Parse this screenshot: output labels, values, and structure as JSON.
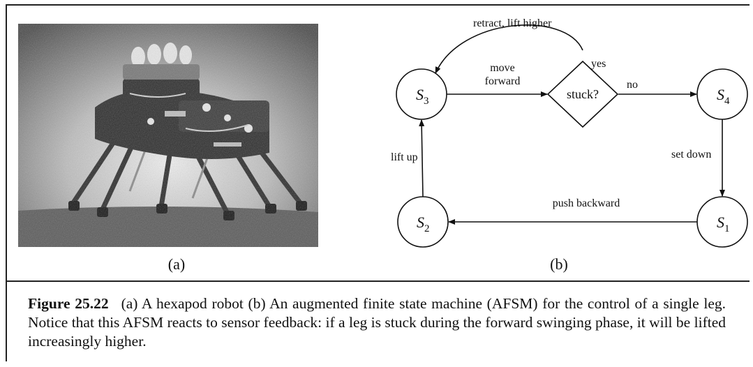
{
  "panels": [
    {
      "label": "(a)"
    },
    {
      "label": "(b)"
    }
  ],
  "photo": {
    "subject": "hexapod-robot-photo",
    "palette": "grayscale"
  },
  "fsm": {
    "states": {
      "s3": {
        "name": "S",
        "sub": "3"
      },
      "s4": {
        "name": "S",
        "sub": "4"
      },
      "s2": {
        "name": "S",
        "sub": "2"
      },
      "s1": {
        "name": "S",
        "sub": "1"
      }
    },
    "decision": "stuck?",
    "edges": {
      "retract": "retract, lift higher",
      "yes": "yes",
      "move_1": "move",
      "move_2": "forward",
      "no": "no",
      "set_down": "set down",
      "push_backward": "push backward",
      "lift_up": "lift up"
    }
  },
  "caption": {
    "figure_number": "Figure 25.22",
    "text": "(a) A hexapod robot (b) An augmented finite state machine (AFSM) for the control of a single leg. Notice that this AFSM reacts to sensor feedback: if a leg is stuck during the forward swinging phase, it will be lifted increasingly higher."
  }
}
